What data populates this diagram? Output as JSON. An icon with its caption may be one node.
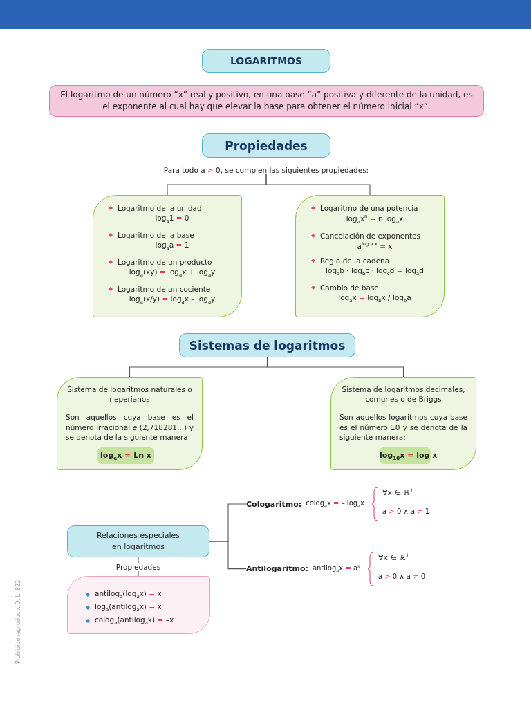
{
  "diagram": {
    "nodes": [
      {
        "text": [
          "LOGARITMOS"
        ]
      },
      {
        "text": [
          "El logaritmo de un número “x” real y positivo, en una base “a” positiva y diferente de la unidad, es el exponente al cual hay que elevar la base para obtener el número inicial “x”."
        ]
      },
      {
        "text": [
          "Propiedades"
        ]
      },
      {
        "text": [
          "Para todo a > 0, se cumplen las siguientes propiedades:"
        ]
      },
      {
        "text": [
          "Logaritmo de la unidad",
          "log$_{a}$1 = 0",
          "Logaritmo de la base",
          "log$_{a}$a = 1",
          "Logaritmo de un producto",
          "log$_{a}$(xy) = log$_{a}$x + log$_{a}$y",
          "Logaritmo de un cociente",
          "log$_{a}$(x/y) = log$_{a}$x – log$_{a}$y"
        ]
      },
      {
        "text": [
          "Logaritmo de una potencia",
          "log$_{a}$x$^{n}$ = n log$_{a}$x",
          "Cancelación de exponentes",
          "a$^{log a x}$ = x",
          "Regla de la cadena",
          "log$_{a}$b · log$_{b}$c · log$_{c}$d = log$_{a}$d",
          "Cambio de base",
          "log$_{a}$x = log$_{b}$x / log$_{b}$a"
        ]
      },
      {
        "text": [
          "Sistemas de logaritmos"
        ]
      },
      {
        "text": [
          "Sistema de logaritmos naturales o neperianos",
          "Son aquellos cuya base es el número irracional *e* (2,718281...) y se denota de la siguiente manera:"
        ]
      },
      {
        "text": [
          "log$_{e}$x = Ln x"
        ],
        "in": 7
      },
      {
        "text": [
          "Sistema de logaritmos decimales, comunes o de Briggs",
          "Son aquellos logaritmos cuya base es el número 10 y se denota de la siguiente manera:"
        ]
      },
      {
        "text": [
          "log$_{10}$x = log x"
        ],
        "in": 9
      },
      {
        "text": [
          "Relaciones especiales en logaritmos"
        ]
      },
      {
        "text": [
          "antilog$_{a}$(log$_{a}$x) = x",
          "log$_{a}$(antilog$_{a}$x) = x",
          "colog$_{a}$(antilog$_{a}$x) = –x"
        ]
      },
      {
        "text": [
          "Cologaritmo:",
          "colog$_{a}$x = – log$_{a}$x"
        ],
        "beside": [
          "∀x ∈ ℝ$^{+}$",
          "a > 0 ∧ a ≠ 1"
        ]
      },
      {
        "text": [
          "Antilogaritmo:",
          "antilog$_{a}$x = a$^{x}$"
        ],
        "beside": [
          "∀x ∈ ℝ$^{+}$",
          "a > 0 ∧ a ≠ 0"
        ]
      }
    ],
    "edges": [
      {
        "from": 3,
        "to": 4,
        "arrow": "none"
      },
      {
        "from": 3,
        "to": 5,
        "arrow": "none"
      },
      {
        "from": 6,
        "to": 7,
        "arrow": "none"
      },
      {
        "from": 6,
        "to": 9,
        "arrow": "none"
      },
      {
        "from": 11,
        "to": 12,
        "arrow": "none",
        "label": "Propiedades"
      },
      {
        "from": 11,
        "to": 13,
        "arrow": "none"
      },
      {
        "from": 11,
        "to": 14,
        "arrow": "none"
      }
    ],
    "labels": [
      "Prohibido reproducir. D. L. 822"
    ]
  }
}
